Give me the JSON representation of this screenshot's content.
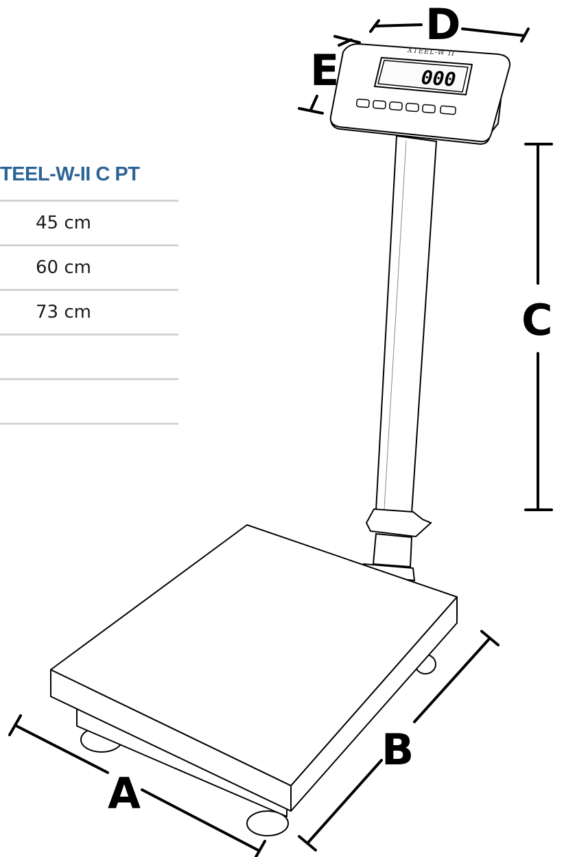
{
  "spec_table": {
    "title": "TEEL-W-II C PT",
    "rows": [
      {
        "value": "45 cm"
      },
      {
        "value": "60 cm"
      },
      {
        "value": "73 cm"
      },
      {
        "value": ""
      },
      {
        "value": ""
      }
    ]
  },
  "dimension_labels": {
    "a": "A",
    "b": "B",
    "c": "C",
    "d": "D",
    "e": "E"
  },
  "indicator": {
    "brand": "XTEEL-W II",
    "display": "000"
  },
  "colors": {
    "title": "#2c6496",
    "divider": "#d3d3d3",
    "line": "#000000"
  }
}
